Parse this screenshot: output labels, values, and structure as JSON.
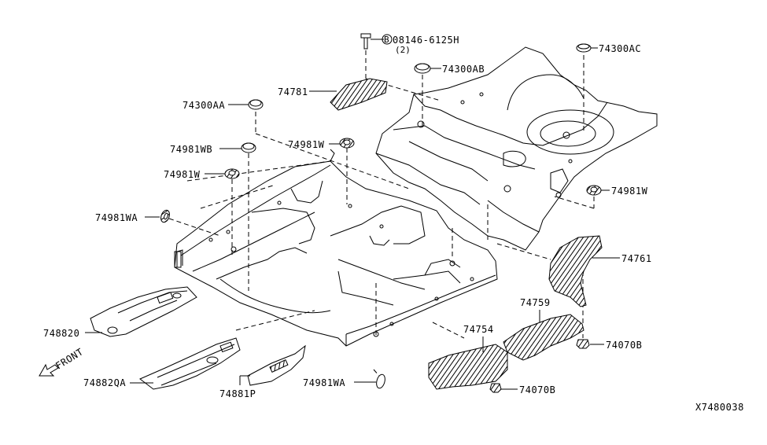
{
  "diagram": {
    "title_code": "X7480038",
    "front_label": "FRONT",
    "bolt_symbol": "B",
    "parts": [
      {
        "id": "p-08146",
        "label": "08146-6125H",
        "qty": "(2)",
        "name": "bolt"
      },
      {
        "id": "p-74300AB",
        "label": "74300AB",
        "name": "plug"
      },
      {
        "id": "p-74300AC",
        "label": "74300AC",
        "name": "plug"
      },
      {
        "id": "p-74781",
        "label": "74781",
        "name": "insulator"
      },
      {
        "id": "p-74300AA",
        "label": "74300AA",
        "name": "plug"
      },
      {
        "id": "p-74981WB",
        "label": "74981WB",
        "name": "plug"
      },
      {
        "id": "p-74981W-mid",
        "label": "74981W",
        "name": "grommet"
      },
      {
        "id": "p-74981W-left",
        "label": "74981W",
        "name": "grommet"
      },
      {
        "id": "p-74981W-right",
        "label": "74981W",
        "name": "grommet"
      },
      {
        "id": "p-74981WA-left",
        "label": "74981WA",
        "name": "grommet"
      },
      {
        "id": "p-74981WA-bottom",
        "label": "74981WA",
        "name": "plug"
      },
      {
        "id": "p-748820",
        "label": "748820",
        "name": "floor-reinforcement"
      },
      {
        "id": "p-74882QA",
        "label": "74882QA",
        "name": "floor-reinforcement"
      },
      {
        "id": "p-74881P",
        "label": "74881P",
        "name": "insulator"
      },
      {
        "id": "p-74761",
        "label": "74761",
        "name": "heat-insulator"
      },
      {
        "id": "p-74759",
        "label": "74759",
        "name": "heat-insulator"
      },
      {
        "id": "p-74754",
        "label": "74754",
        "name": "heat-insulator"
      },
      {
        "id": "p-74070B-right",
        "label": "74070B",
        "name": "nut"
      },
      {
        "id": "p-74070B-bottom",
        "label": "74070B",
        "name": "nut"
      }
    ]
  }
}
